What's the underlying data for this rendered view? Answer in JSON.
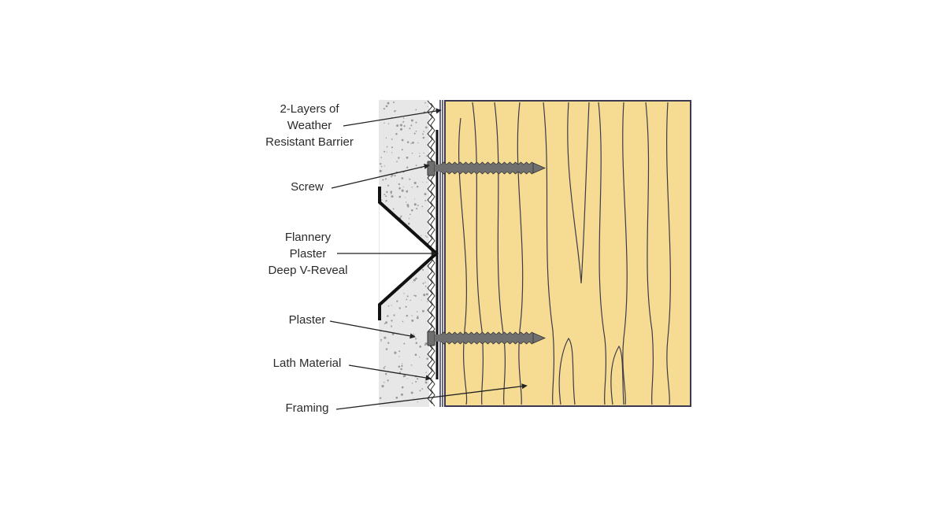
{
  "labels": {
    "wrb": {
      "lines": [
        "2-Layers of",
        "Weather",
        "Resistant Barrier"
      ]
    },
    "screw": {
      "lines": [
        "Screw"
      ]
    },
    "reveal": {
      "lines": [
        "Flannery",
        "Plaster",
        "Deep V-Reveal"
      ]
    },
    "plaster": {
      "lines": [
        "Plaster"
      ]
    },
    "lath": {
      "lines": [
        "Lath Material"
      ]
    },
    "framing": {
      "lines": [
        "Framing"
      ]
    }
  },
  "colors": {
    "wood": "#f6dc92",
    "wood_grain": "#3d3a4a",
    "frame_outline": "#3b3a52",
    "plaster": "#e7e7e7",
    "plaster_speck": "#9a9a9a",
    "screw": "#6f6f6f",
    "reveal_metal": "#111111",
    "leader": "#222222"
  }
}
